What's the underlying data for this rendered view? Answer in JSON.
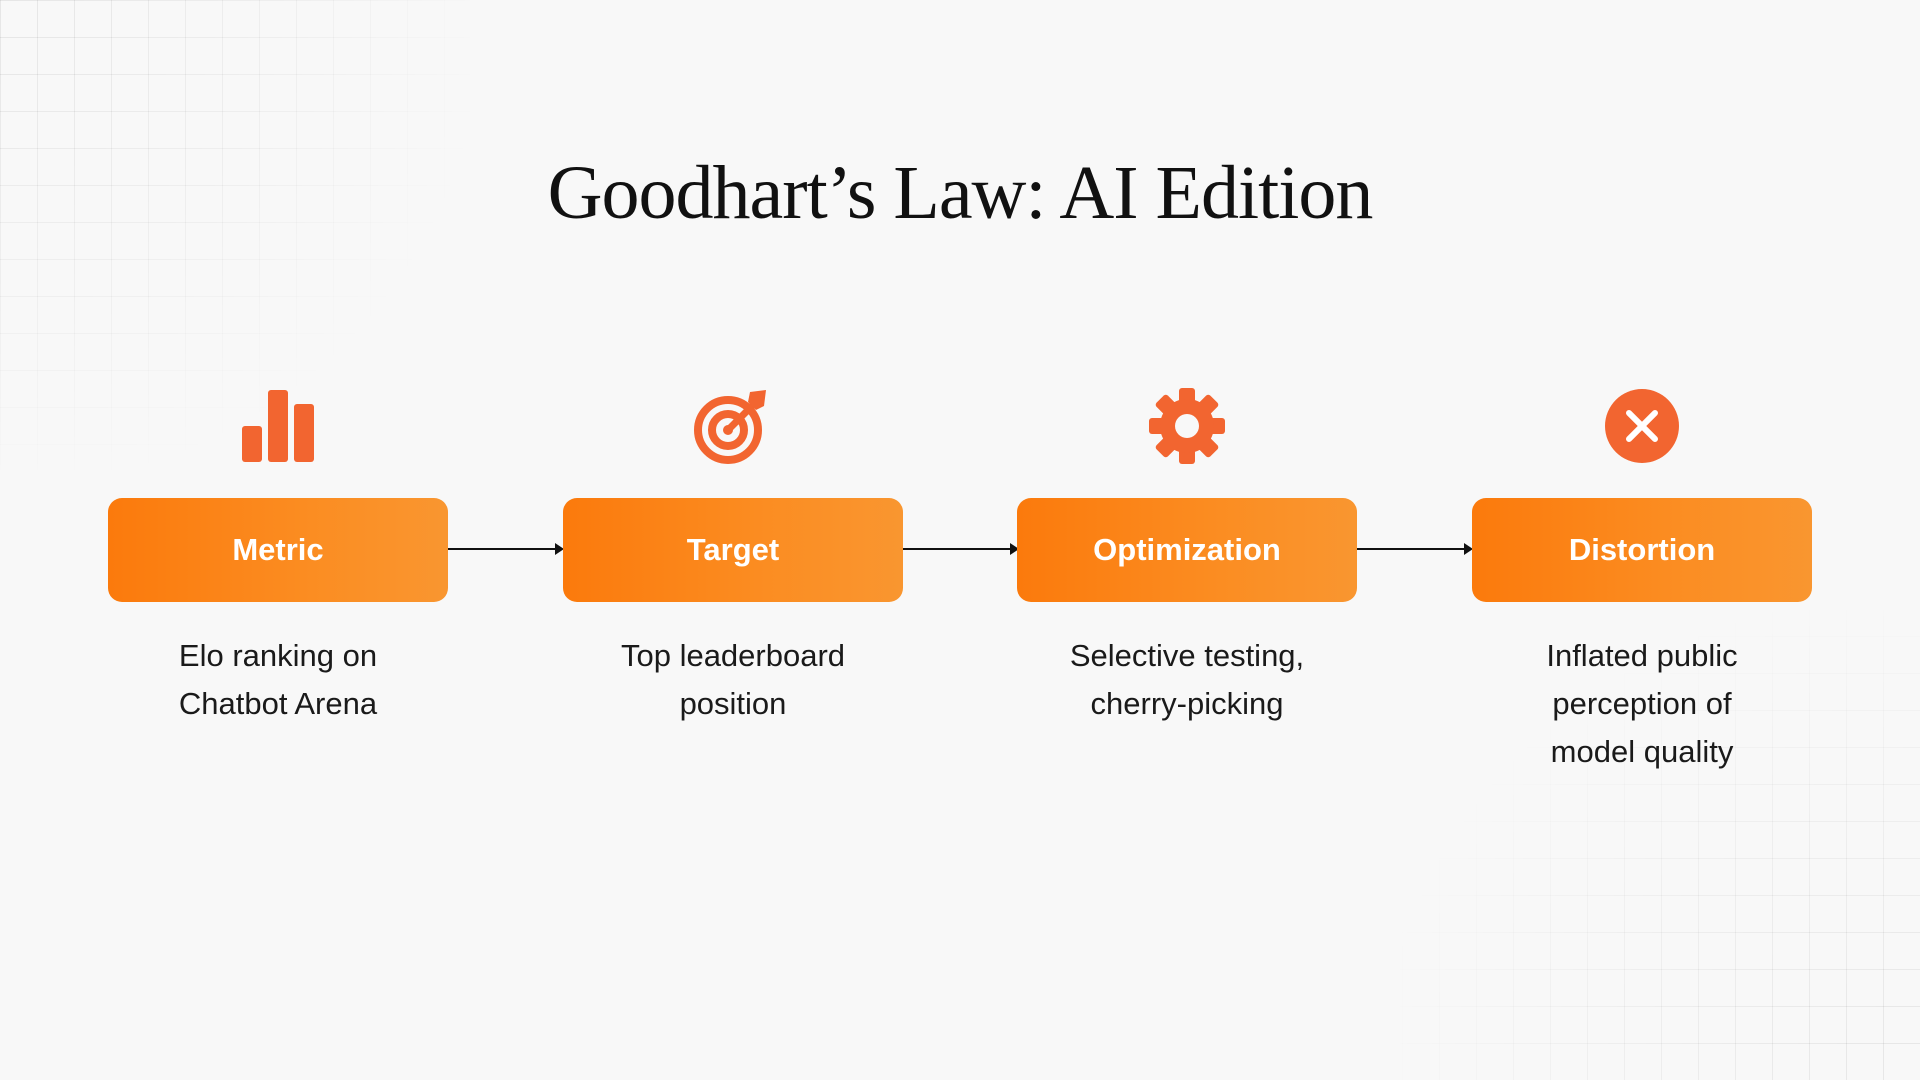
{
  "title": "Goodhart’s Law: AI Edition",
  "colors": {
    "accent": "#F26530",
    "box_start": "#FB7A0C",
    "box_end": "#F99630",
    "text": "#1A1A1A"
  },
  "steps": [
    {
      "icon": "bar-chart-icon",
      "label": "Metric",
      "description": "Elo ranking on Chatbot Arena"
    },
    {
      "icon": "target-icon",
      "label": "Target",
      "description": "Top leaderboard position"
    },
    {
      "icon": "gear-icon",
      "label": "Optimization",
      "description": "Selective testing, cherry-picking"
    },
    {
      "icon": "close-circle-icon",
      "label": "Distortion",
      "description": "Inflated public perception of model quality"
    }
  ]
}
